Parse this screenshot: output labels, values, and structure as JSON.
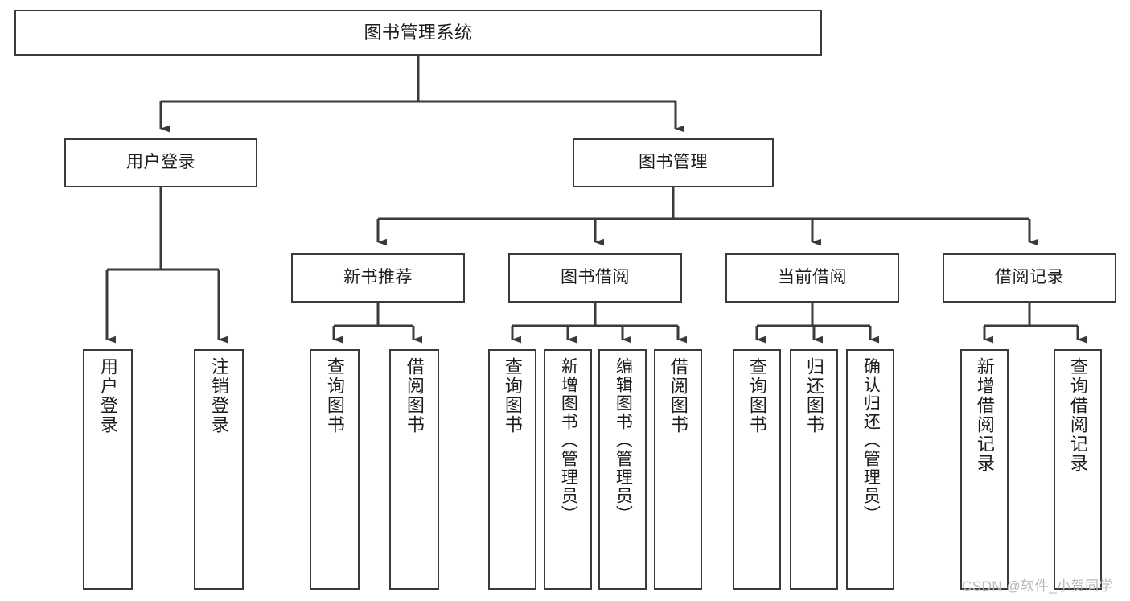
{
  "diagram": {
    "type": "tree",
    "title": "图书管理系统",
    "watermark": "CSDN @软件_小贺同学",
    "colors": {
      "box_border": "#3a3a3a",
      "box_fill": "#ffffff",
      "connector": "#3a3a3a",
      "text": "#1b1b1b",
      "watermark": "#b9b9b9",
      "background": "#ffffff"
    },
    "levels": {
      "root": {
        "label": "图书管理系统"
      },
      "level2": [
        {
          "id": "user-login",
          "label": "用户登录"
        },
        {
          "id": "book-manage",
          "label": "图书管理"
        }
      ],
      "level3": [
        {
          "id": "new-book-recommend",
          "label": "新书推荐"
        },
        {
          "id": "book-borrow",
          "label": "图书借阅"
        },
        {
          "id": "current-borrow",
          "label": "当前借阅"
        },
        {
          "id": "borrow-record",
          "label": "借阅记录"
        }
      ],
      "leaves": {
        "user-login": [
          {
            "id": "leaf-user-login",
            "label": "用户登录"
          },
          {
            "id": "leaf-logout",
            "label": "注销登录"
          }
        ],
        "new-book-recommend": [
          {
            "id": "leaf-query-book-1",
            "label": "查询图书"
          },
          {
            "id": "leaf-borrow-book-1",
            "label": "借阅图书"
          }
        ],
        "book-borrow": [
          {
            "id": "leaf-query-book-2",
            "label": "查询图书"
          },
          {
            "id": "leaf-add-book",
            "label": "新增图书（管理员）"
          },
          {
            "id": "leaf-edit-book",
            "label": "编辑图书（管理员）"
          },
          {
            "id": "leaf-borrow-book-2",
            "label": "借阅图书"
          }
        ],
        "current-borrow": [
          {
            "id": "leaf-query-book-3",
            "label": "查询图书"
          },
          {
            "id": "leaf-return-book",
            "label": "归还图书"
          },
          {
            "id": "leaf-confirm-return",
            "label": "确认归还（管理员）"
          }
        ],
        "borrow-record": [
          {
            "id": "leaf-add-record",
            "label": "新增借阅记录"
          },
          {
            "id": "leaf-query-record",
            "label": "查询借阅记录"
          }
        ]
      }
    }
  }
}
